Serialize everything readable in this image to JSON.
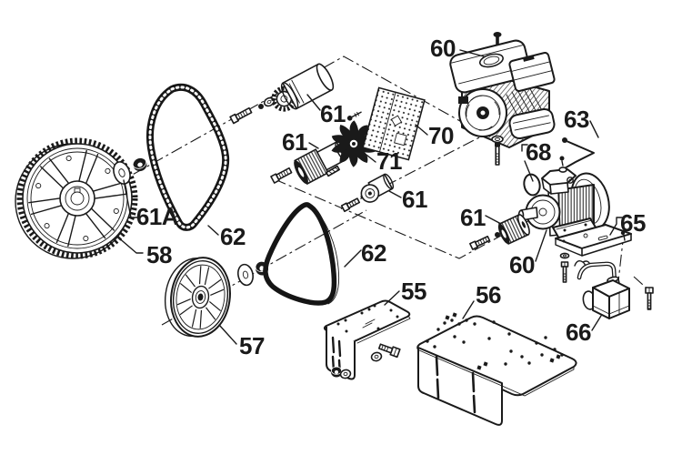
{
  "figure": {
    "type": "exploded parts diagram",
    "description": "Compressor drive assembly exploded view with numbered callouts",
    "background": "#ffffff",
    "ink_color": "#1a1a1a"
  },
  "callouts": [
    {
      "part": "gas-engine",
      "label": "60"
    },
    {
      "part": "ground-wire",
      "label": "63"
    },
    {
      "part": "motor-capacitor",
      "label": "68"
    },
    {
      "part": "baffle-plate",
      "label": "70"
    },
    {
      "part": "fan",
      "label": "71"
    },
    {
      "part": "clutch-drum",
      "label": "61"
    },
    {
      "part": "coupling-left",
      "label": "61"
    },
    {
      "part": "coupling-right",
      "label": "61"
    },
    {
      "part": "coupling-motor",
      "label": "61"
    },
    {
      "part": "flat-washer",
      "label": "61A"
    },
    {
      "part": "chain-sprocket-wheel",
      "label": "58"
    },
    {
      "part": "drive-chain",
      "label": "62"
    },
    {
      "part": "v-belt",
      "label": "62"
    },
    {
      "part": "pulley-wheel",
      "label": "57"
    },
    {
      "part": "engine-bracket",
      "label": "55"
    },
    {
      "part": "base-plate",
      "label": "56"
    },
    {
      "part": "switch-bracket",
      "label": "65"
    },
    {
      "part": "pressure-switch",
      "label": "66"
    },
    {
      "part": "electric-motor",
      "label": "60"
    }
  ]
}
